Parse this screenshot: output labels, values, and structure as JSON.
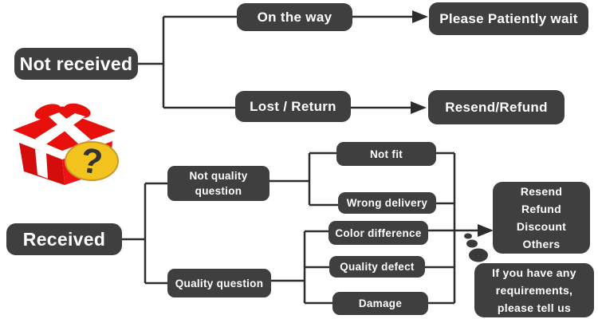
{
  "title": "Delivery issue resolution flowchart",
  "palette": {
    "background": "#ffffff",
    "node_bg": "#3f3f3f",
    "node_text": "#ffffff",
    "line": "#2d2d2d",
    "gift_red": "#e8100c",
    "gift_red_shade": "#d40c0c",
    "ribbon_white": "#ffffff",
    "badge_yellow": "#f2c41d",
    "badge_outline": "#c9992a",
    "question_mark": "#333333"
  },
  "nodes": {
    "not_received": {
      "label": "Not received"
    },
    "on_the_way": {
      "label": "On the way"
    },
    "please_wait": {
      "label": "Please Patiently wait"
    },
    "lost_return": {
      "label": "Lost / Return"
    },
    "resend_refund": {
      "label": "Resend/Refund"
    },
    "received": {
      "label": "Received"
    },
    "not_quality_question": {
      "lines": [
        "Not quality",
        "question"
      ]
    },
    "quality_question": {
      "label": "Quality question"
    },
    "not_fit": {
      "label": "Not fit"
    },
    "wrong_delivery": {
      "label": "Wrong delivery"
    },
    "color_difference": {
      "label": "Color difference"
    },
    "quality_defect": {
      "label": "Quality defect"
    },
    "damage": {
      "label": "Damage"
    },
    "outcomes": {
      "lines": [
        "Resend",
        "Refund",
        "Discount",
        "Others"
      ]
    },
    "requirements": {
      "lines": [
        "If you have any",
        "requirements,",
        "please tell us"
      ]
    }
  },
  "icon": {
    "name": "gift-box-question-icon",
    "question_glyph": "?"
  }
}
